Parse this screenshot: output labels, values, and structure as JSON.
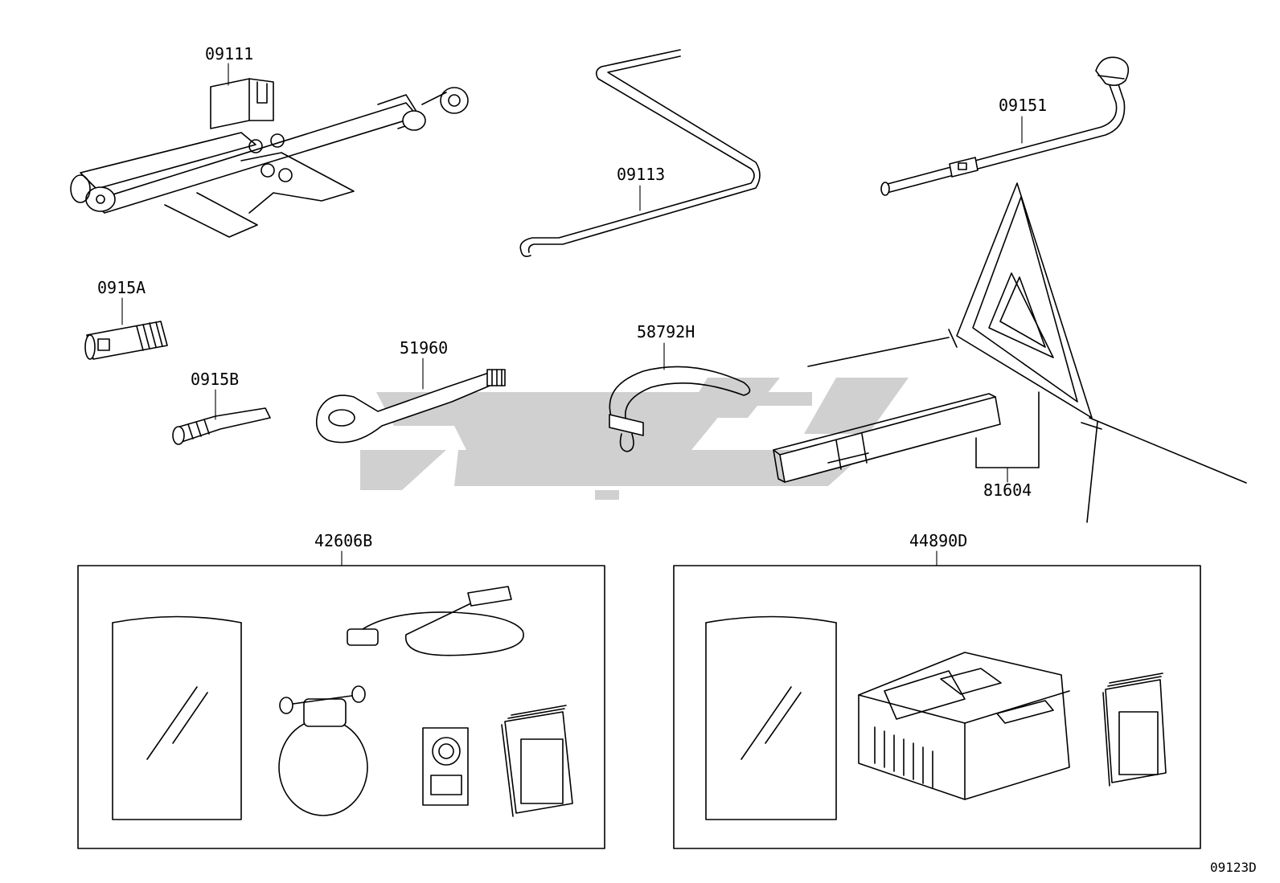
{
  "parts": {
    "jack": "09111",
    "jack_handle": "09113",
    "wheel_wrench": "09151",
    "adapter_a": "0915A",
    "adapter_b": "0915B",
    "towing_eye": "51960",
    "hook": "58792H",
    "warning_triangle": "81604",
    "repair_kit_b": "42606B",
    "repair_kit_d": "44890D"
  },
  "figure_ref": "09123D",
  "colors": {
    "line": "#000000",
    "watermark": "#c8c8c8",
    "background": "#ffffff"
  }
}
